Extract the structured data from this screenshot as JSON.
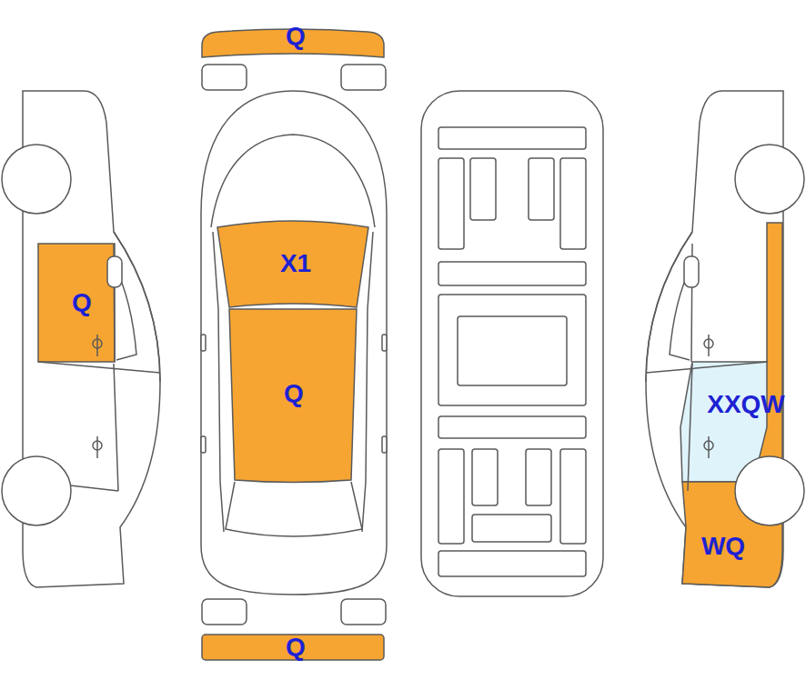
{
  "diagram": {
    "labels": [
      "Q",
      "X1",
      "Q",
      "Q",
      "XXQW",
      "WQ",
      "Q"
    ]
  }
}
